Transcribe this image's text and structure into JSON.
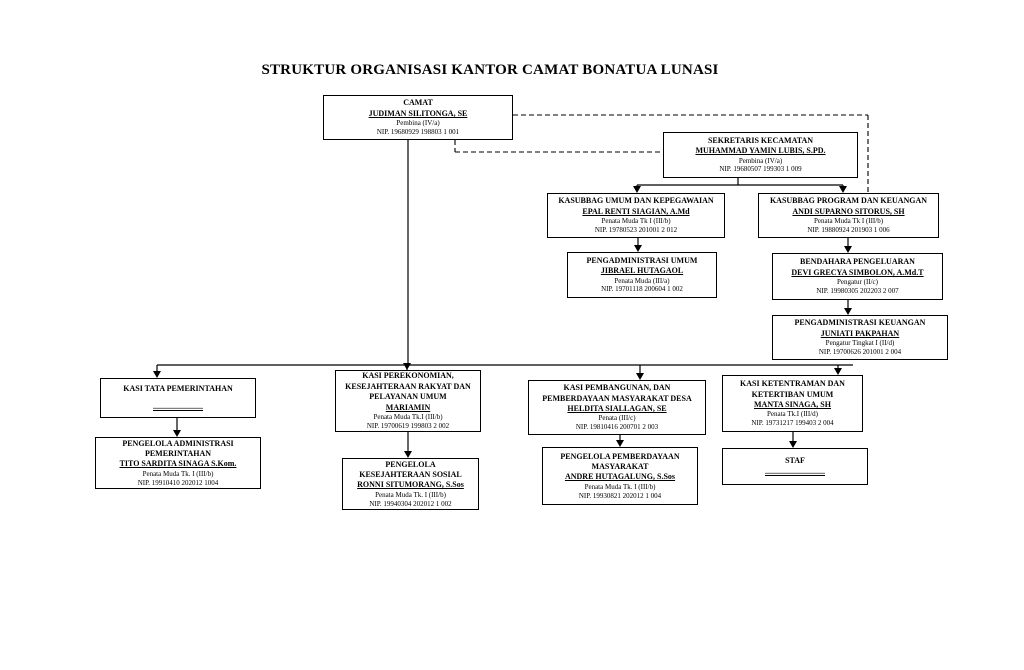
{
  "page_title": "STRUKTUR ORGANISASI KANTOR CAMAT BONATUA LUNASI",
  "boxes": {
    "camat": {
      "title": "CAMAT",
      "name": "JUDIMAN SILITONGA, SE",
      "rank": "Pembina (IV/a)",
      "nip": "NIP. 19680929 198803 1 001"
    },
    "sekretaris": {
      "title": "SEKRETARIS KECAMATAN",
      "name": "MUHAMMAD YAMIN LUBIS, S.PD.",
      "rank": "Pembina (IV/a)",
      "nip": "NIP. 19680507 199303 1 009"
    },
    "kasubbag_umum": {
      "title": "KASUBBAG UMUM DAN KEPEGAWAIAN",
      "name": "EPAL RENTI SIAGIAN, A.Md",
      "rank": "Penata Muda Tk I (III/b)",
      "nip": "NIP. 19780523 201001 2 012"
    },
    "kasubbag_program": {
      "title": "KASUBBAG PROGRAM DAN KEUANGAN",
      "name": "ANDI SUPARNO SITORUS, SH",
      "rank": "Penata Muda Tk I (III/b)",
      "nip": "NIP. 19880924 201903 1 006"
    },
    "pengadm_umum": {
      "title": "PENGADMINISTRASI UMUM",
      "name": "JIBRAEL HUTAGAOL",
      "rank": "Penata Muda (III/a)",
      "nip": "NIP. 19701118 200604 1 002"
    },
    "bendahara": {
      "title": "BENDAHARA PENGELUARAN",
      "name": "DEVI GRECYA SIMBOLON, A.Md.T",
      "rank": "Pengatur (II/c)",
      "nip": "NIP. 19980305 202203 2 007"
    },
    "pengadm_keuangan": {
      "title": "PENGADMINISTRASI KEUANGAN",
      "name": "JUNIATI PAKPAHAN",
      "rank": "Pengatur Tingkat I (II/d)",
      "nip": "NIP. 19700626 201001 2 004"
    },
    "kasi_tata": {
      "title": "KASI TATA PEMERINTAHAN",
      "name": ".........................",
      "rank": "",
      "nip": ""
    },
    "pengelola_admin": {
      "title": "PENGELOLA ADMINISTRASI\nPEMERINTAHAN",
      "name": "TITO SARDITA SINAGA S.Kom.",
      "rank": "Penata Muda Tk. I (III/b)",
      "nip": "NIP. 19910410 202012 1004"
    },
    "kasi_perekonomian": {
      "title": "KASI  PEREKONOMIAN,\nKESEJAHTERAAN RAKYAT DAN\nPELAYANAN UMUM",
      "name": "MARIAMIN",
      "rank": "Penata  Muda Tk.I  (III/b)",
      "nip": "NIP. 19700619 199803 2 002"
    },
    "pengelola_kesos": {
      "title": "PENGELOLA\nKESEJAHTERAAN SOSIAL",
      "name": "RONNI SITUMORANG, S.Sos",
      "rank": "Penata Muda Tk. I (III/b)",
      "nip": "NIP. 19940304 202012 1 002"
    },
    "kasi_pembangunan": {
      "title": "KASI PEMBANGUNAN, DAN\nPEMBERDAYAAN MASYARAKAT DESA",
      "name": "HELDITA SIALLAGAN, SE",
      "rank": "Penata (III/c)",
      "nip": "NIP. 19810416 200701 2 003"
    },
    "pengelola_pemberdayaan": {
      "title": "PENGELOLA PEMBERDAYAAN\nMASYARAKAT",
      "name": "ANDRE HUTAGALUNG, S.Sos",
      "rank": "Penata Muda Tk. I (III/b)",
      "nip": "NIP.  19930821 202012 1 004"
    },
    "kasi_ketentraman": {
      "title": "KASI KETENTRAMAN DAN\nKETERTIBAN UMUM",
      "name": "MANTA SINAGA, SH",
      "rank": "Penata Tk.I  (III/d)",
      "nip": "NIP.  19731217 199403 2 004"
    },
    "staf": {
      "title": "STAF",
      "name": "..............................",
      "rank": "",
      "nip": ""
    }
  },
  "colors": {
    "line": "#000000",
    "box_border": "#000000",
    "background": "#ffffff",
    "text": "#000000"
  }
}
